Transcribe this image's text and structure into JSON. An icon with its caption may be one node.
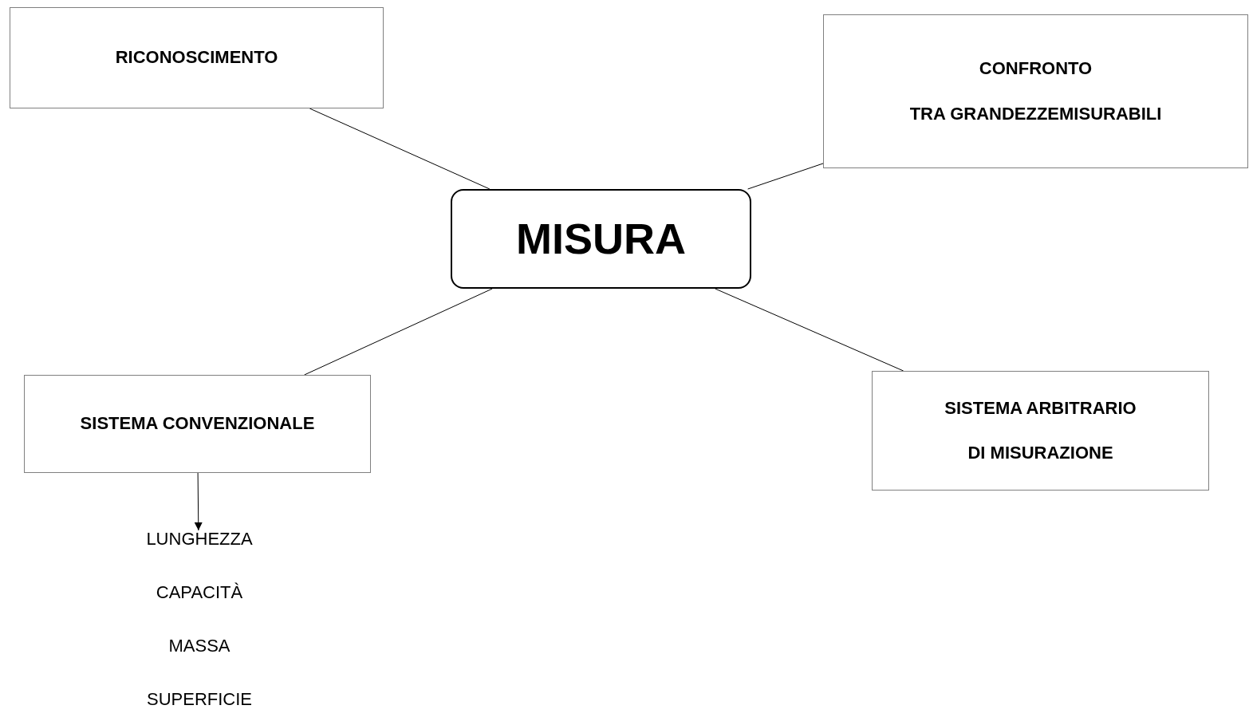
{
  "diagram": {
    "nodes": [
      {
        "text": [
          "MISURA"
        ]
      },
      {
        "text": [
          "RICONOSCIMENTO"
        ]
      },
      {
        "text": [
          "CONFRONTO",
          "TRA GRANDEZZEMISURABILI"
        ]
      },
      {
        "text": [
          "SISTEMA ARBITRARIO",
          "DI MISURAZIONE"
        ]
      },
      {
        "text": [
          "SISTEMA CONVENZIONALE"
        ]
      },
      {
        "text": [
          "LUNGHEZZA",
          "CAPACITÀ",
          "MASSA",
          "SUPERFICIE"
        ]
      }
    ],
    "edges": [
      {
        "from": 0,
        "to": 1,
        "arrow": "none"
      },
      {
        "from": 0,
        "to": 2,
        "arrow": "none"
      },
      {
        "from": 0,
        "to": 3,
        "arrow": "none"
      },
      {
        "from": 0,
        "to": 4,
        "arrow": "none"
      },
      {
        "from": 4,
        "to": 5,
        "arrow": "to"
      }
    ]
  }
}
